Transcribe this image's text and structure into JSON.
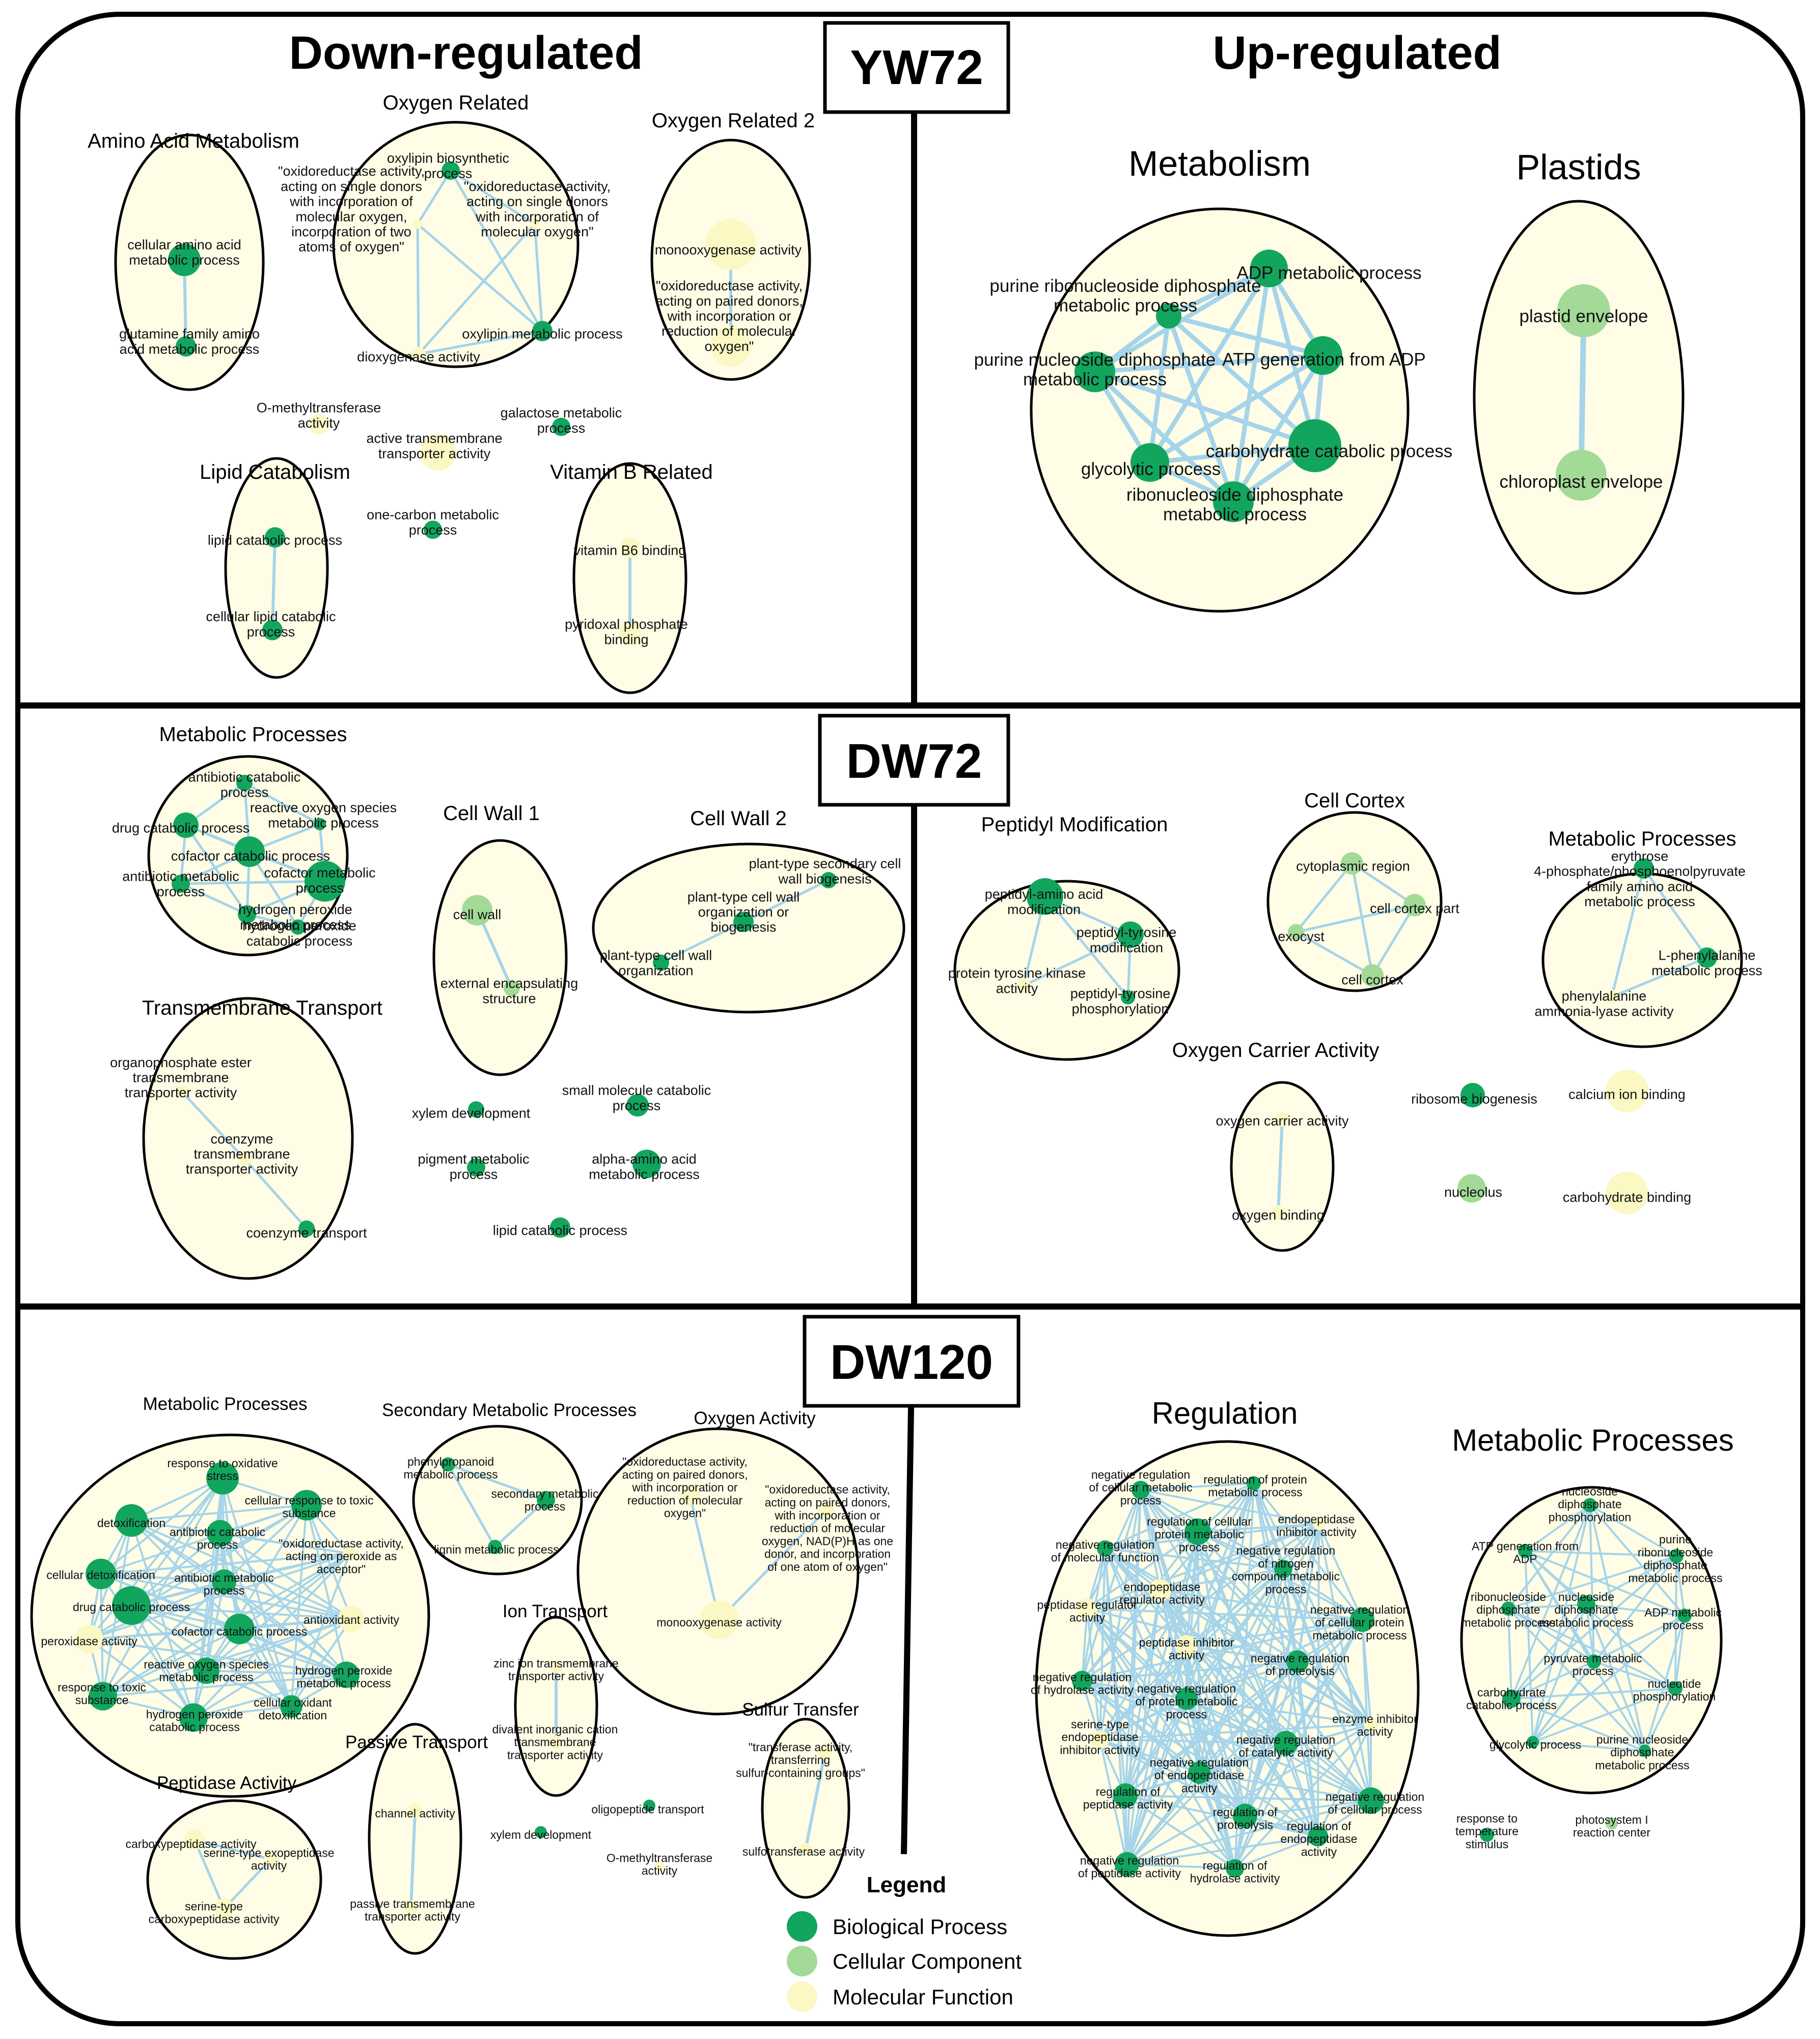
{
  "headers": {
    "down": "Down-regulated",
    "up": "Up-regulated"
  },
  "panels": [
    {
      "label": "YW72"
    },
    {
      "label": "DW72"
    },
    {
      "label": "DW120"
    }
  ],
  "legend": {
    "title": "Legend",
    "items": [
      {
        "key": "BP",
        "label": "Biological Process",
        "color": "#12a55e"
      },
      {
        "key": "CC",
        "label": "Cellular Component",
        "color": "#a3da97"
      },
      {
        "key": "MF",
        "label": "Molecular Function",
        "color": "#fbf8c4"
      }
    ]
  },
  "clusters": [
    {
      "id": "yw-amino",
      "title": "Amino Acid Metabolism",
      "nodes": [
        {
          "label": "cellular amino acid\nmetabolic process",
          "type": "BP"
        },
        {
          "label": "glutamine family amino\nacid metabolic process",
          "type": "BP"
        }
      ]
    },
    {
      "id": "yw-oxy1",
      "title": "Oxygen Related",
      "nodes": [
        {
          "label": "oxylipin biosynthetic\nprocess",
          "type": "BP"
        },
        {
          "label": "\"oxidoreductase activity,\nacting on single donors\nwith incorporation of\nmolecular oxygen,\nincorporation of two\natoms of oxygen\"",
          "type": "MF"
        },
        {
          "label": "\"oxidoreductase activity,\nacting on single donors\nwith incorporation of\nmolecular oxygen\"",
          "type": "MF"
        },
        {
          "label": "oxylipin metabolic process",
          "type": "BP"
        },
        {
          "label": "dioxygenase activity",
          "type": "MF"
        }
      ]
    },
    {
      "id": "yw-oxy2",
      "title": "Oxygen Related 2",
      "nodes": [
        {
          "label": "monooxygenase activity",
          "type": "MF"
        },
        {
          "label": "\"oxidoreductase activity,\nacting on paired donors,\nwith incorporation or\nreduction of molecular\noxygen\"",
          "type": "MF"
        }
      ]
    },
    {
      "id": "yw-lipid",
      "title": "Lipid Catabolism",
      "nodes": [
        {
          "label": "lipid catabolic process",
          "type": "BP"
        },
        {
          "label": "cellular lipid catabolic\nprocess",
          "type": "BP"
        }
      ]
    },
    {
      "id": "yw-vitb",
      "title": "Vitamin B Related",
      "nodes": [
        {
          "label": "vitamin B6 binding",
          "type": "MF"
        },
        {
          "label": "pyridoxal phosphate\nbinding",
          "type": "MF"
        }
      ]
    },
    {
      "id": "yw-free",
      "title": "",
      "nodes": [
        {
          "label": "O-methyltransferase\nactivity",
          "type": "MF"
        },
        {
          "label": "active transmembrane\ntransporter activity",
          "type": "MF"
        },
        {
          "label": "galactose metabolic\nprocess",
          "type": "BP"
        },
        {
          "label": "one-carbon metabolic\nprocess",
          "type": "BP"
        }
      ]
    },
    {
      "id": "yw-metab",
      "title": "Metabolism",
      "nodes": [
        {
          "label": "ADP metabolic process",
          "type": "BP"
        },
        {
          "label": "purine ribonucleoside diphosphate\nmetabolic process",
          "type": "BP"
        },
        {
          "label": "purine nucleoside diphosphate\nmetabolic process",
          "type": "BP"
        },
        {
          "label": "ATP generation from ADP",
          "type": "BP"
        },
        {
          "label": "carbohydrate catabolic process",
          "type": "BP"
        },
        {
          "label": "glycolytic process",
          "type": "BP"
        },
        {
          "label": "ribonucleoside diphosphate\nmetabolic process",
          "type": "BP"
        }
      ]
    },
    {
      "id": "yw-plastid",
      "title": "Plastids",
      "nodes": [
        {
          "label": "plastid envelope",
          "type": "CC"
        },
        {
          "label": "chloroplast envelope",
          "type": "CC"
        }
      ]
    },
    {
      "id": "dw72-metab",
      "title": "Metabolic Processes",
      "nodes": [
        {
          "label": "antibiotic catabolic\nprocess",
          "type": "BP"
        },
        {
          "label": "drug catabolic process",
          "type": "BP"
        },
        {
          "label": "reactive oxygen species\nmetabolic process",
          "type": "BP"
        },
        {
          "label": "cofactor catabolic process",
          "type": "BP"
        },
        {
          "label": "antibiotic metabolic\nprocess",
          "type": "BP"
        },
        {
          "label": "cofactor metabolic\nprocess",
          "type": "BP"
        },
        {
          "label": "hydrogen peroxide\nmetabolic process",
          "type": "BP"
        },
        {
          "label": "hydrogen peroxide\ncatabolic process",
          "type": "BP"
        }
      ]
    },
    {
      "id": "dw72-tm",
      "title": "Transmembrane Transport",
      "nodes": [
        {
          "label": "organophosphate ester\ntransmembrane\ntransporter activity",
          "type": "MF"
        },
        {
          "label": "coenzyme\ntransmembrane\ntransporter activity",
          "type": "MF"
        },
        {
          "label": "coenzyme transport",
          "type": "BP"
        }
      ]
    },
    {
      "id": "dw72-cw1",
      "title": "Cell Wall 1",
      "nodes": [
        {
          "label": "cell wall",
          "type": "CC"
        },
        {
          "label": "external encapsulating\nstructure",
          "type": "CC"
        }
      ]
    },
    {
      "id": "dw72-cw2",
      "title": "Cell Wall 2",
      "nodes": [
        {
          "label": "plant-type secondary cell\nwall biogenesis",
          "type": "BP"
        },
        {
          "label": "plant-type cell wall\norganization or\nbiogenesis",
          "type": "BP"
        },
        {
          "label": "plant-type cell wall\norganization",
          "type": "BP"
        }
      ]
    },
    {
      "id": "dw72-free",
      "title": "",
      "nodes": [
        {
          "label": "xylem development",
          "type": "BP"
        },
        {
          "label": "small molecule catabolic\nprocess",
          "type": "BP"
        },
        {
          "label": "pigment metabolic\nprocess",
          "type": "BP"
        },
        {
          "label": "alpha-amino acid\nmetabolic process",
          "type": "BP"
        },
        {
          "label": "lipid catabolic process",
          "type": "BP"
        }
      ]
    },
    {
      "id": "dw72-pep",
      "title": "Peptidyl Modification",
      "nodes": [
        {
          "label": "peptidyl-amino acid\nmodification",
          "type": "BP"
        },
        {
          "label": "peptidyl-tyrosine\nmodification",
          "type": "BP"
        },
        {
          "label": "protein tyrosine kinase\nactivity",
          "type": "MF"
        },
        {
          "label": "peptidyl-tyrosine\nphosphorylation",
          "type": "BP"
        }
      ]
    },
    {
      "id": "dw72-cortex",
      "title": "Cell Cortex",
      "nodes": [
        {
          "label": "cytoplasmic region",
          "type": "CC"
        },
        {
          "label": "cell cortex part",
          "type": "CC"
        },
        {
          "label": "exocyst",
          "type": "CC"
        },
        {
          "label": "cell cortex",
          "type": "CC"
        }
      ]
    },
    {
      "id": "dw72-metab2",
      "title": "Metabolic Processes",
      "nodes": [
        {
          "label": "erythrose\n4-phosphate/phosphoenolpyruvate\nfamily amino acid\nmetabolic process",
          "type": "BP"
        },
        {
          "label": "L-phenylalanine\nmetabolic process",
          "type": "BP"
        },
        {
          "label": "phenylalanine\nammonia-lyase activity",
          "type": "MF"
        }
      ]
    },
    {
      "id": "dw72-o2",
      "title": "Oxygen Carrier Activity",
      "nodes": [
        {
          "label": "oxygen carrier activity",
          "type": "MF"
        },
        {
          "label": "oxygen binding",
          "type": "MF"
        }
      ]
    },
    {
      "id": "dw72-free2",
      "title": "",
      "nodes": [
        {
          "label": "ribosome biogenesis",
          "type": "BP"
        },
        {
          "label": "calcium ion binding",
          "type": "MF"
        },
        {
          "label": "nucleolus",
          "type": "CC"
        },
        {
          "label": "carbohydrate binding",
          "type": "MF"
        }
      ]
    },
    {
      "id": "dw120-metab",
      "title": "Metabolic Processes",
      "nodes": [
        {
          "label": "response to oxidative\nstress",
          "type": "BP"
        },
        {
          "label": "detoxification",
          "type": "BP"
        },
        {
          "label": "cellular response to toxic\nsubstance",
          "type": "BP"
        },
        {
          "label": "antibiotic catabolic\nprocess",
          "type": "BP"
        },
        {
          "label": "\"oxidoreductase activity,\nacting on peroxide as\nacceptor\"",
          "type": "MF"
        },
        {
          "label": "cellular detoxification",
          "type": "BP"
        },
        {
          "label": "antibiotic metabolic\nprocess",
          "type": "BP"
        },
        {
          "label": "drug catabolic process",
          "type": "BP"
        },
        {
          "label": "antioxidant activity",
          "type": "MF"
        },
        {
          "label": "peroxidase activity",
          "type": "MF"
        },
        {
          "label": "cofactor catabolic process",
          "type": "BP"
        },
        {
          "label": "reactive oxygen species\nmetabolic process",
          "type": "BP"
        },
        {
          "label": "hydrogen peroxide\nmetabolic process",
          "type": "BP"
        },
        {
          "label": "response to toxic\nsubstance",
          "type": "BP"
        },
        {
          "label": "hydrogen peroxide\ncatabolic process",
          "type": "BP"
        },
        {
          "label": "cellular oxidant\ndetoxification",
          "type": "BP"
        }
      ]
    },
    {
      "id": "dw120-sec",
      "title": "Secondary Metabolic Processes",
      "nodes": [
        {
          "label": "phenylpropanoid\nmetabolic process",
          "type": "BP"
        },
        {
          "label": "secondary metabolic\nprocess",
          "type": "BP"
        },
        {
          "label": "lignin metabolic process",
          "type": "BP"
        }
      ]
    },
    {
      "id": "dw120-oxy",
      "title": "Oxygen Activity",
      "nodes": [
        {
          "label": "\"oxidoreductase activity,\nacting on paired donors,\nwith incorporation or\nreduction of molecular\noxygen\"",
          "type": "MF"
        },
        {
          "label": "\"oxidoreductase activity,\nacting on paired donors,\nwith incorporation or\nreduction of molecular\noxygen, NAD(P)H as one\ndonor, and incorporation\nof one atom of oxygen\"",
          "type": "MF"
        },
        {
          "label": "monooxygenase activity",
          "type": "MF"
        }
      ]
    },
    {
      "id": "dw120-ion",
      "title": "Ion Transport",
      "nodes": [
        {
          "label": "zinc ion transmembrane\ntransporter activity",
          "type": "MF"
        },
        {
          "label": "divalent inorganic cation\ntransmembrane\ntransporter activity",
          "type": "MF"
        }
      ]
    },
    {
      "id": "dw120-sulf",
      "title": "Sulfur Transfer",
      "nodes": [
        {
          "label": "\"transferase activity,\ntransferring\nsulfur-containing groups\"",
          "type": "MF"
        },
        {
          "label": "sulfotransferase activity",
          "type": "MF"
        }
      ]
    },
    {
      "id": "dw120-pep",
      "title": "Peptidase Activity",
      "nodes": [
        {
          "label": "carboxypeptidase activity",
          "type": "MF"
        },
        {
          "label": "serine-type exopeptidase\nactivity",
          "type": "MF"
        },
        {
          "label": "serine-type\ncarboxypeptidase activity",
          "type": "MF"
        }
      ]
    },
    {
      "id": "dw120-pass",
      "title": "Passive Transport",
      "nodes": [
        {
          "label": "channel activity",
          "type": "MF"
        },
        {
          "label": "passive transmembrane\ntransporter activity",
          "type": "MF"
        }
      ]
    },
    {
      "id": "dw120-free",
      "title": "",
      "nodes": [
        {
          "label": "oligopeptide transport",
          "type": "BP"
        },
        {
          "label": "xylem development",
          "type": "BP"
        },
        {
          "label": "O-methyltransferase\nactivity",
          "type": "MF"
        },
        {
          "label": "response to\ntemperature\nstimulus",
          "type": "BP"
        },
        {
          "label": "photosystem I\nreaction center",
          "type": "CC"
        }
      ]
    },
    {
      "id": "dw120-reg",
      "title": "Regulation",
      "nodes": [
        {
          "label": "negative regulation\nof cellular metabolic\nprocess",
          "type": "BP"
        },
        {
          "label": "regulation of protein\nmetabolic process",
          "type": "BP"
        },
        {
          "label": "regulation of cellular\nprotein metabolic\nprocess",
          "type": "BP"
        },
        {
          "label": "endopeptidase\ninhibitor activity",
          "type": "MF"
        },
        {
          "label": "negative regulation\nof molecular function",
          "type": "BP"
        },
        {
          "label": "negative regulation\nof nitrogen\ncompound metabolic\nprocess",
          "type": "BP"
        },
        {
          "label": "endopeptidase\nregulator activity",
          "type": "MF"
        },
        {
          "label": "peptidase regulator\nactivity",
          "type": "MF"
        },
        {
          "label": "negative regulation\nof cellular protein\nmetabolic process",
          "type": "BP"
        },
        {
          "label": "peptidase inhibitor\nactivity",
          "type": "MF"
        },
        {
          "label": "negative regulation\nof proteolysis",
          "type": "BP"
        },
        {
          "label": "negative regulation\nof hydrolase activity",
          "type": "BP"
        },
        {
          "label": "negative regulation\nof protein metabolic\nprocess",
          "type": "BP"
        },
        {
          "label": "enzyme inhibitor\nactivity",
          "type": "MF"
        },
        {
          "label": "serine-type\nendopeptidase\ninhibitor activity",
          "type": "MF"
        },
        {
          "label": "negative regulation\nof catalytic activity",
          "type": "BP"
        },
        {
          "label": "negative regulation\nof endopeptidase\nactivity",
          "type": "BP"
        },
        {
          "label": "regulation of\npeptidase activity",
          "type": "BP"
        },
        {
          "label": "negative regulation\nof cellular process",
          "type": "BP"
        },
        {
          "label": "regulation of\nproteolysis",
          "type": "BP"
        },
        {
          "label": "regulation of\nendopeptidase\nactivity",
          "type": "BP"
        },
        {
          "label": "negative regulation\nof peptidase activity",
          "type": "BP"
        },
        {
          "label": "regulation of\nhydrolase activity",
          "type": "BP"
        }
      ]
    },
    {
      "id": "dw120-metab2",
      "title": "Metabolic Processes",
      "nodes": [
        {
          "label": "nucleoside\ndiphosphate\nphosphorylation",
          "type": "BP"
        },
        {
          "label": "ATP generation from\nADP",
          "type": "BP"
        },
        {
          "label": "purine\nribonucleoside\ndiphosphate\nmetabolic process",
          "type": "BP"
        },
        {
          "label": "ribonucleoside\ndiphosphate\nmetabolic process",
          "type": "BP"
        },
        {
          "label": "nucleoside\ndiphosphate\nmetabolic process",
          "type": "BP"
        },
        {
          "label": "ADP metabolic\nprocess",
          "type": "BP"
        },
        {
          "label": "pyruvate metabolic\nprocess",
          "type": "BP"
        },
        {
          "label": "carbohydrate\ncatabolic process",
          "type": "BP"
        },
        {
          "label": "nucleotide\nphosphorylation",
          "type": "BP"
        },
        {
          "label": "glycolytic process",
          "type": "BP"
        },
        {
          "label": "purine nucleoside\ndiphosphate\nmetabolic process",
          "type": "BP"
        }
      ]
    }
  ]
}
